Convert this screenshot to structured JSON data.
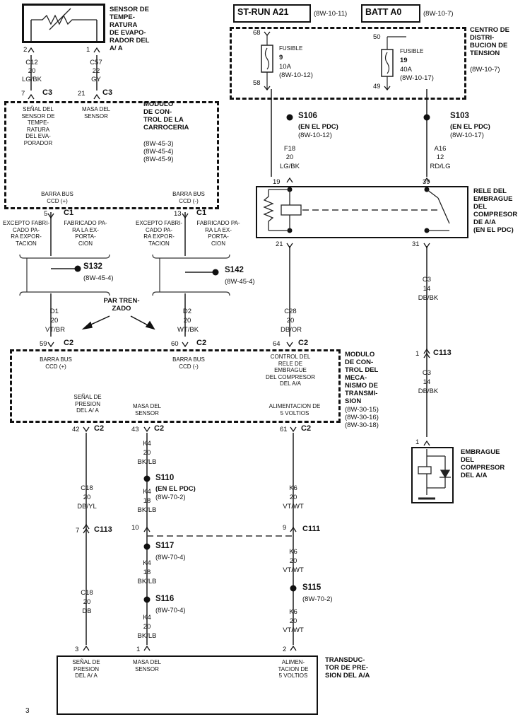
{
  "colors": {
    "ink": "#111111",
    "wire": "#555555",
    "background": "#ffffff"
  },
  "sensor_evap": {
    "title": "SENSOR DE\nTEMPE-\nRATURA\nDE EVAPO-\nRADOR DEL\nA/ A"
  },
  "st_run": {
    "label": "ST-RUN A21",
    "ref": "(8W-10-11)"
  },
  "batt": {
    "label": "BATT A0",
    "ref": "(8W-10-7)"
  },
  "pdc": {
    "title": "CENTRO DE\nDISTRI-\nBUCION DE\nTENSION",
    "ref": "(8W-10-7)"
  },
  "fuse9": {
    "in_pin": "68",
    "out_pin": "58",
    "label": "FUSIBLE",
    "num": "9",
    "amp": "10A",
    "ref": "(8W-10-12)"
  },
  "fuse19": {
    "in_pin": "50",
    "out_pin": "49",
    "label": "FUSIBLE",
    "num": "19",
    "amp": "40A",
    "ref": "(8W-10-17)"
  },
  "s106": {
    "label": "S106",
    "sub": "(EN EL PDC)",
    "ref": "(8W-10-12)"
  },
  "s103": {
    "label": "S103",
    "sub": "(EN EL PDC)",
    "ref": "(8W-10-17)"
  },
  "wire_c12": {
    "pin": "2",
    "circuit": "C12",
    "gauge": "20",
    "color": "LG/BK"
  },
  "wire_c57": {
    "pin": "1",
    "circuit": "C57",
    "gauge": "22",
    "color": "GY"
  },
  "wire_f18": {
    "circuit": "F18",
    "gauge": "20",
    "color": "LG/BK"
  },
  "wire_a16": {
    "circuit": "A16",
    "gauge": "12",
    "color": "RD/LG"
  },
  "bcm": {
    "title": "MODULO\nDE CON-\nTROL DE LA\nCARROCERIA",
    "refs": "(8W-45-3)\n(8W-45-4)\n(8W-45-9)",
    "pin7": "7",
    "pin21": "21",
    "conn": "C3",
    "sig_label": "SEÑAL DEL\nSENSOR DE\nTEMPE-\nRATURA\nDEL EVA-\nPORADOR",
    "masa_label": "MASA DEL\nSENSOR",
    "bus_pos": "BARRA BUS\nCCD (+)",
    "bus_neg": "BARRA BUS\nCCD (-)",
    "pin5": "5",
    "pin13": "13",
    "conn_c1": "C1"
  },
  "relay": {
    "title": "RELE DEL\nEMBRAGUE\nDEL\nCOMPRESOR\nDE A/A\n(EN EL PDC)",
    "pin19": "19",
    "pin39": "39",
    "pin21": "21",
    "pin31": "31"
  },
  "export": {
    "excepto": "EXCEPTO FABRI-\nCADO PA-\nRA EXPOR-\nTACION",
    "fabricado": "FABRICADO PA-\nRA LA EX-\nPORTA-\nCION"
  },
  "s132": {
    "label": "S132",
    "ref": "(8W-45-4)"
  },
  "s142": {
    "label": "S142",
    "ref": "(8W-45-4)"
  },
  "twisted": {
    "label": "PAR TREN-\nZADO"
  },
  "wire_d1": {
    "circuit": "D1",
    "gauge": "20",
    "color": "VT/BR",
    "pin": "59"
  },
  "wire_d2": {
    "circuit": "D2",
    "gauge": "20",
    "color": "WT/BK",
    "pin": "60"
  },
  "wire_c28": {
    "circuit": "C28",
    "gauge": "20",
    "color": "DB/OR",
    "pin": "64"
  },
  "wire_c3a": {
    "circuit": "C3",
    "gauge": "14",
    "color": "DB/BK"
  },
  "wire_c3b": {
    "circuit": "C3",
    "gauge": "14",
    "color": "DB/BK",
    "pin": "1"
  },
  "c113_top": {
    "pin": "1",
    "conn": "C113"
  },
  "tcm": {
    "title": "MODULO\nDE CON-\nTROL DEL\nMECA-\nNISMO DE\nTRANSMI-\nSION",
    "refs": "(8W-30-15)\n(8W-30-16)\n(8W-30-18)",
    "conn": "C2",
    "bus_pos": "BARRA BUS\nCCD (+)",
    "bus_neg": "BARRA BUS\nCCD (-)",
    "ctrl": "CONTROL DEL\nRELE DE\nEMBRAGUE\nDEL COMPRESOR\nDEL A/A",
    "signal": "SEÑAL DE\nPRESION\nDEL A/ A",
    "masa": "MASA DEL\nSENSOR",
    "alim": "ALIMENTACION DE\n5 VOLTIOS",
    "pin42": "42",
    "pin43": "43",
    "pin61": "61"
  },
  "clutch": {
    "title": "EMBRAGUE\nDEL\nCOMPRESOR\nDEL A/A"
  },
  "wire_c18a": {
    "circuit": "C18",
    "gauge": "20",
    "color": "DB/YL"
  },
  "wire_c18b": {
    "circuit": "C18",
    "gauge": "20",
    "color": "DB"
  },
  "wire_k4a": {
    "circuit": "K4",
    "gauge": "20",
    "color": "BK/LB"
  },
  "wire_k4b": {
    "circuit": "K4",
    "gauge": "18",
    "color": "BK/LB"
  },
  "wire_k4c": {
    "circuit": "K4",
    "gauge": "18",
    "color": "BK/LB"
  },
  "wire_k4d": {
    "circuit": "K4",
    "gauge": "20",
    "color": "BK/LB"
  },
  "wire_k6a": {
    "circuit": "K6",
    "gauge": "20",
    "color": "VT/WT"
  },
  "wire_k6b": {
    "circuit": "K6",
    "gauge": "20",
    "color": "VT/WT"
  },
  "wire_k6c": {
    "circuit": "K6",
    "gauge": "20",
    "color": "VT/WT"
  },
  "s110": {
    "label": "S110",
    "sub": "(EN EL PDC)",
    "ref": "(8W-70-2)"
  },
  "s117": {
    "label": "S117",
    "ref": "(8W-70-4)"
  },
  "s116": {
    "label": "S116",
    "ref": "(8W-70-4)"
  },
  "s115": {
    "label": "S115",
    "ref": "(8W-70-2)"
  },
  "c113_low": {
    "pin": "7",
    "conn": "C113"
  },
  "c111": {
    "pin_left": "10",
    "pin_right": "9",
    "conn": "C111"
  },
  "transducer": {
    "title": "TRANSDUC-\nTOR DE PRE-\nSION DEL A/A",
    "pin3": "3",
    "pin1": "1",
    "pin2": "2",
    "signal": "SEÑAL DE\nPRESION\nDEL A/ A",
    "masa": "MASA DEL\nSENSOR",
    "alim": "ALIMEN-\nTACION DE\n5 VOLTIOS"
  },
  "page_number": "3"
}
